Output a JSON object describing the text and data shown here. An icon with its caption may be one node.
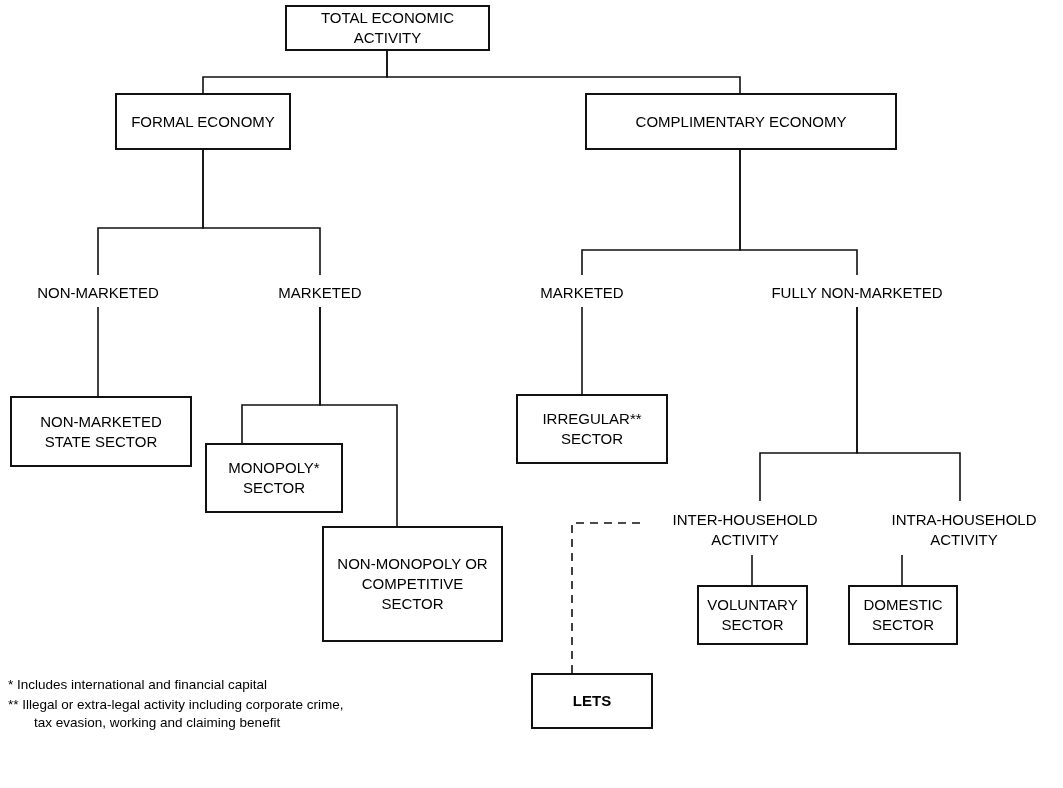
{
  "diagram": {
    "nodes": [
      {
        "text": [
          "TOTAL ECONOMIC ACTIVITY"
        ]
      },
      {
        "text": [
          "FORMAL ECONOMY"
        ]
      },
      {
        "text": [
          "COMPLIMENTARY ECONOMY"
        ]
      },
      {
        "text": [
          "NON-MARKETED"
        ]
      },
      {
        "text": [
          "MARKETED"
        ]
      },
      {
        "text": [
          "MARKETED"
        ]
      },
      {
        "text": [
          "FULLY NON-MARKETED"
        ]
      },
      {
        "text": [
          "NON-MARKETED STATE SECTOR"
        ]
      },
      {
        "text": [
          "MONOPOLY* SECTOR"
        ]
      },
      {
        "text": [
          "NON-MONOPOLY OR COMPETITIVE SECTOR"
        ]
      },
      {
        "text": [
          "IRREGULAR** SECTOR"
        ]
      },
      {
        "text": [
          "INTER-HOUSEHOLD ACTIVITY"
        ]
      },
      {
        "text": [
          "INTRA-HOUSEHOLD ACTIVITY"
        ]
      },
      {
        "text": [
          "VOLUNTARY SECTOR"
        ]
      },
      {
        "text": [
          "DOMESTIC SECTOR"
        ]
      },
      {
        "text": [
          "LETS"
        ]
      }
    ],
    "edges": [
      {
        "from": 0,
        "to": 1,
        "arrow": "none"
      },
      {
        "from": 0,
        "to": 2,
        "arrow": "none"
      },
      {
        "from": 1,
        "to": 3,
        "arrow": "none"
      },
      {
        "from": 1,
        "to": 4,
        "arrow": "none"
      },
      {
        "from": 2,
        "to": 5,
        "arrow": "none"
      },
      {
        "from": 2,
        "to": 6,
        "arrow": "none"
      },
      {
        "from": 3,
        "to": 7,
        "arrow": "none"
      },
      {
        "from": 4,
        "to": 8,
        "arrow": "none"
      },
      {
        "from": 4,
        "to": 9,
        "arrow": "none"
      },
      {
        "from": 5,
        "to": 10,
        "arrow": "none"
      },
      {
        "from": 6,
        "to": 11,
        "arrow": "none"
      },
      {
        "from": 6,
        "to": 12,
        "arrow": "none"
      },
      {
        "from": 11,
        "to": 13,
        "arrow": "none"
      },
      {
        "from": 12,
        "to": 14,
        "arrow": "none"
      },
      {
        "from": 11,
        "to": 15,
        "arrow": "none",
        "style": "dashed"
      }
    ],
    "labels": [
      "* Includes international and financial capital",
      "** Illegal or extra-legal activity including corporate crime, tax evasion, working and claiming benefit"
    ]
  }
}
